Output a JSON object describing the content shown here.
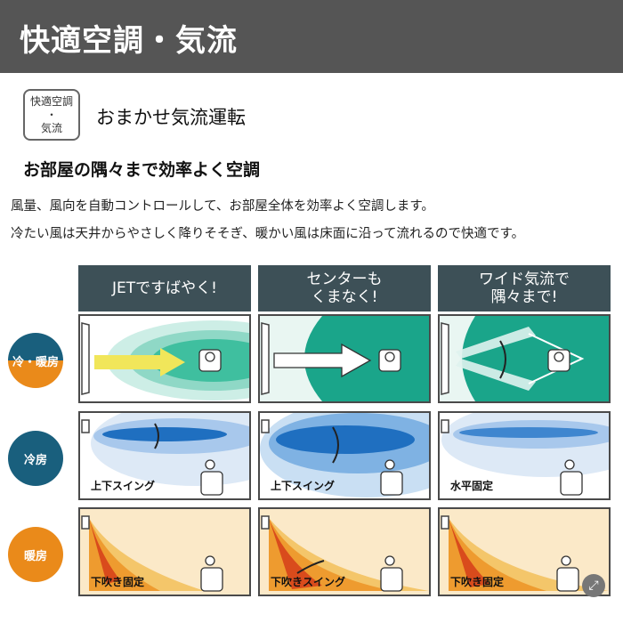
{
  "header": {
    "title": "快適空調・気流"
  },
  "badge": {
    "line1": "快適空調",
    "line2": "・",
    "line3": "気流"
  },
  "mode_title": "おまかせ気流運転",
  "subtitle": "お部屋の隅々まで効率よく空調",
  "description": [
    "風量、風向を自動コントロールして、お部屋全体を効率よく空調します。",
    "冷たい風は天井からやさしく降りそそぎ、暖かい風は床面に沿って流れるので快適です。"
  ],
  "columns": [
    {
      "line1": "JETですばやく!",
      "line2": ""
    },
    {
      "line1": "センターも",
      "line2": "くまなく!"
    },
    {
      "line1": "ワイド気流で",
      "line2": "隅々まで!"
    }
  ],
  "rows": [
    {
      "label": "冷・暖房"
    },
    {
      "label": "冷房"
    },
    {
      "label": "暖房"
    }
  ],
  "cooling_labels": [
    "上下スイング",
    "上下スイング",
    "水平固定"
  ],
  "heating_labels": [
    "下吹き固定",
    "下吹きスイング",
    "下吹き固定"
  ],
  "colors": {
    "header": "#555555",
    "column_head": "#3d5057",
    "teal": "#1aa58a",
    "cool_blue": "#1f6fc0",
    "heat_orange": "#e88a1a",
    "row_cool": "#195f7d",
    "row_heat": "#ea8a1a"
  },
  "icons": {
    "zoom": "magnify-icon"
  }
}
